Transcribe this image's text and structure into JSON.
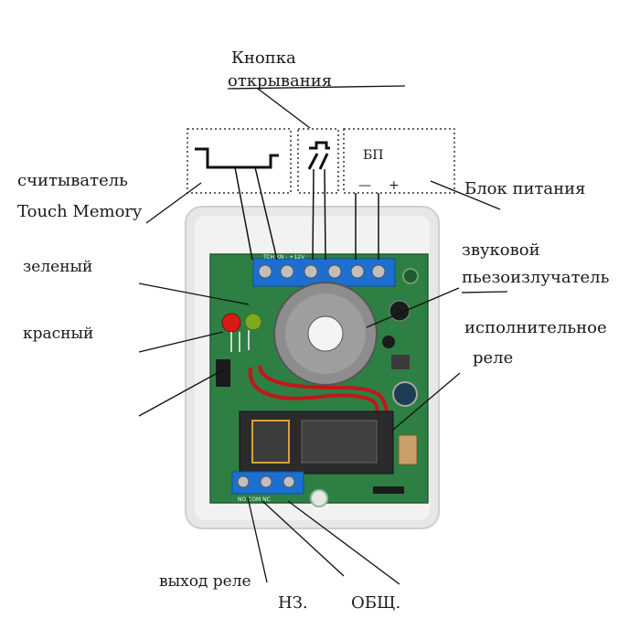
{
  "labels": {
    "button_line1": "Кнопка",
    "button_line2": "открывания",
    "reader_line1": "считыватель",
    "reader_line2": "Touch Memory",
    "green": "зеленый",
    "red": "красный",
    "psu_box": "БП",
    "psu_minus": "—",
    "psu_plus": "+",
    "psu_label": "Блок питания",
    "buzzer_line1": "звуковой",
    "buzzer_line2": "пьезоизлучатель",
    "relay_line1": "исполнительное",
    "relay_line2": "реле",
    "relay_out": "выход реле",
    "nc": "НЗ.",
    "common": "ОБЩ."
  },
  "colors": {
    "pcb": "#2e7f43",
    "terminal": "#1c6fd1",
    "case": "#e7e7e7",
    "led_red": "#d81b17",
    "led_green": "#7ea81d",
    "relay": "#2b2b2b"
  }
}
